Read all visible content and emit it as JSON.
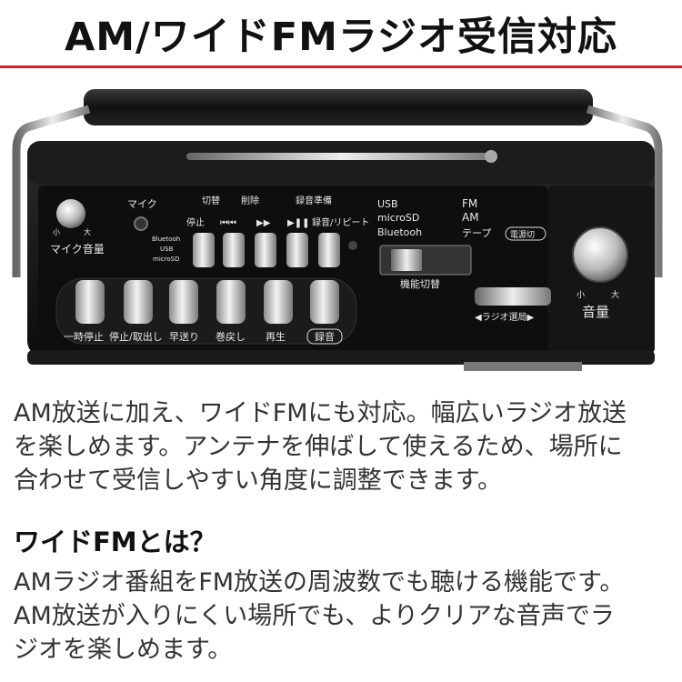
{
  "title": "AM/ワイドFMラジオ受信対応",
  "device": {
    "top_labels": {
      "mic": "マイク",
      "switch": "切替",
      "delete": "削除",
      "rec_prep": "録音準備",
      "mic_volume": "マイク音量",
      "small": "小",
      "large": "大"
    },
    "button_labels": [
      "停止",
      "⏮⏮",
      "▶▶",
      "▶❚❚",
      "録音/リピート"
    ],
    "source_labels": {
      "bluetooth": "Bluetooh",
      "usb": "USB",
      "microsd": "microSD"
    },
    "mode_labels": {
      "usb": "USB",
      "microsd": "microSD",
      "bluetooth": "Bluetooh",
      "fm": "FM",
      "am": "AM",
      "tape": "テープ",
      "power_off": "電源切",
      "function_switch": "機能切替",
      "tuning": "◀ラジオ選局▶"
    },
    "volume": {
      "label": "音量",
      "small": "小",
      "large": "大"
    },
    "tape_buttons": [
      "一時停止",
      "停止/取出し",
      "早送り",
      "巻戻し",
      "再生",
      "録音"
    ]
  },
  "description": [
    "AM放送に加え、ワイドFMにも対応。幅広いラジオ放送",
    "を楽しめます。アンテナを伸ばして使えるため、場所に",
    "合わせて受信しやすい角度に調整できます。"
  ],
  "heading": "ワイドFMとは？",
  "description2": [
    "AMラジオ番組をFM放送の周波数でも聴ける機能です。",
    "AM放送が入りにくい場所でも、よりクリアな音声でラ",
    "ジオを楽しめます。"
  ]
}
